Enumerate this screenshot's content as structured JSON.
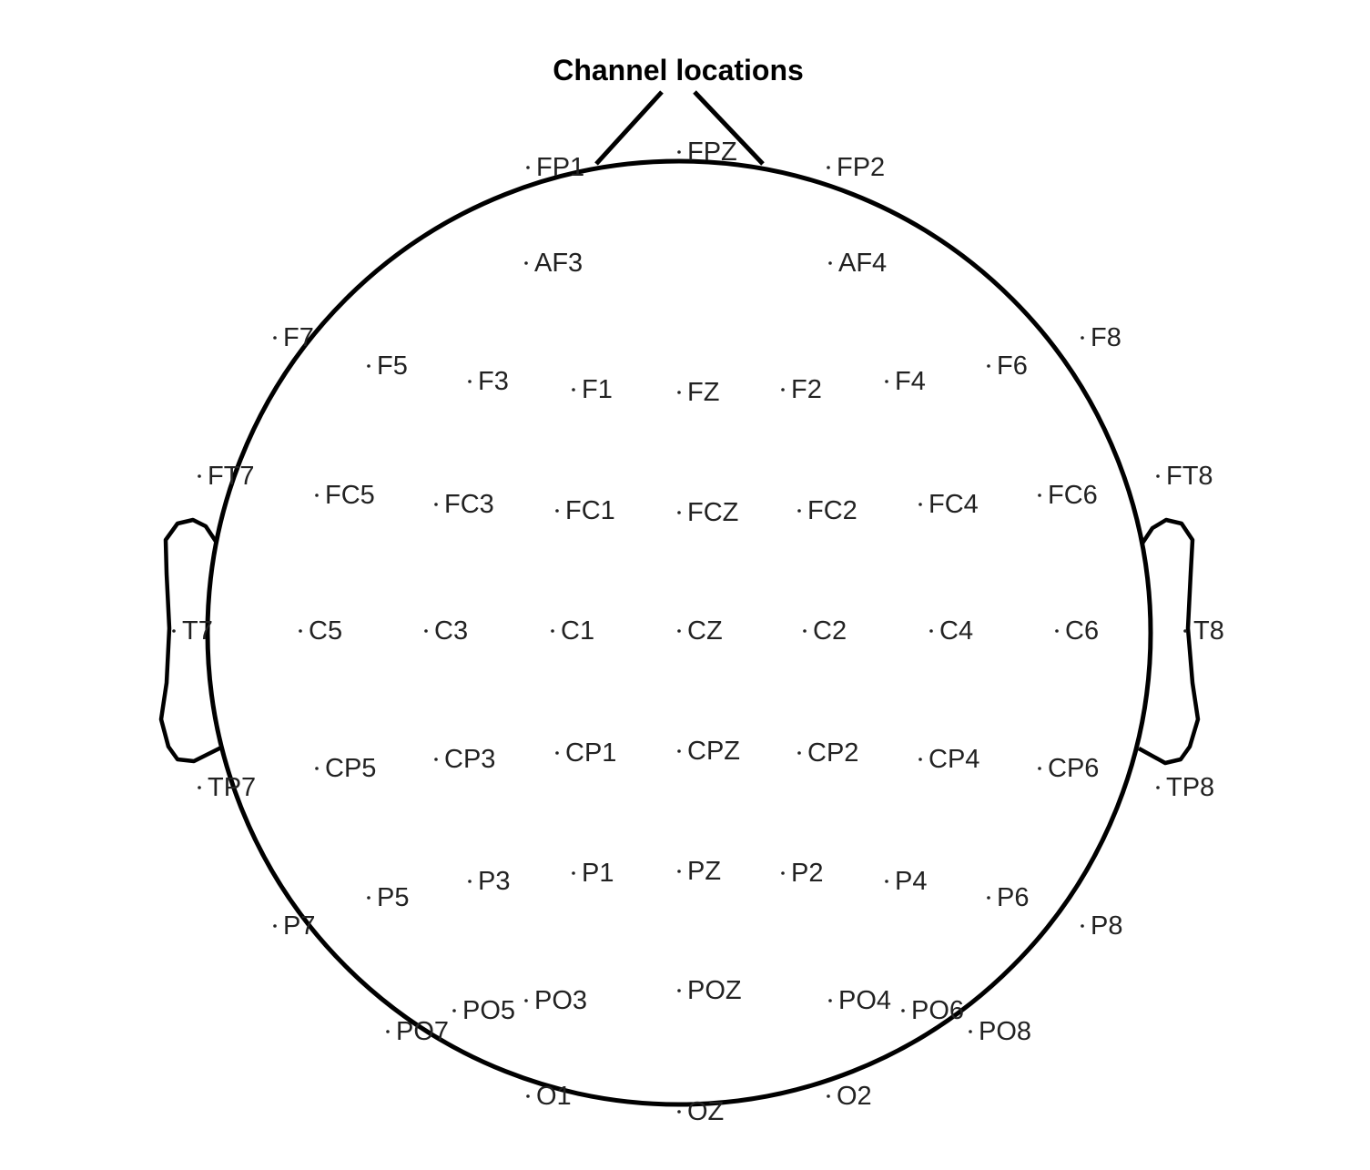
{
  "title": "Channel locations",
  "colors": {
    "outline": "#000000",
    "label": "#222222",
    "background": "#ffffff"
  },
  "channels": [
    "FP1",
    "FPZ",
    "FP2",
    "AF3",
    "AF4",
    "F7",
    "F5",
    "F3",
    "F1",
    "FZ",
    "F2",
    "F4",
    "F6",
    "F8",
    "FT7",
    "FC5",
    "FC3",
    "FC1",
    "FCZ",
    "FC2",
    "FC4",
    "FC6",
    "FT8",
    "T7",
    "C5",
    "C3",
    "C1",
    "CZ",
    "C2",
    "C4",
    "C6",
    "T8",
    "TP7",
    "CP5",
    "CP3",
    "CP1",
    "CPZ",
    "CP2",
    "CP4",
    "CP6",
    "TP8",
    "P7",
    "P5",
    "P3",
    "P1",
    "PZ",
    "P2",
    "P4",
    "P6",
    "P8",
    "PO7",
    "PO5",
    "PO3",
    "POZ",
    "PO4",
    "PO6",
    "PO8",
    "O1",
    "OZ",
    "O2"
  ]
}
